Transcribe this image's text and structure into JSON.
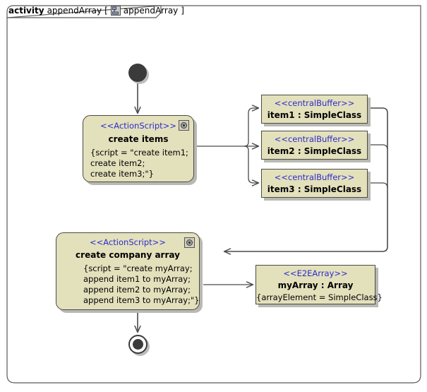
{
  "frame": {
    "keyword": "activity",
    "name": "appendArray",
    "bracket_open": "[",
    "icon": "activity-diagram-icon",
    "inner_name": "appendArray",
    "bracket_close": "]"
  },
  "diagram": {
    "type": "uml-activity-diagram",
    "initial_node": {
      "name": "initial-node"
    },
    "final_node": {
      "name": "activity-final-node"
    },
    "actions": [
      {
        "id": "create-items",
        "stereotype": "<<ActionScript>>",
        "name": "create items",
        "body": "{script = \"create item1;\ncreate item2;\ncreate item3;\"}",
        "icon": "behavior-gear-icon"
      },
      {
        "id": "create-company-array",
        "stereotype": "<<ActionScript>>",
        "name": "create company array",
        "body": "{script = \"create myArray;\nappend item1 to myArray;\nappend item2 to myArray;\nappend item3 to myArray;\"}",
        "icon": "behavior-gear-icon"
      }
    ],
    "buffers": [
      {
        "id": "item1",
        "stereotype": "<<centralBuffer>>",
        "name": "item1 : SimpleClass"
      },
      {
        "id": "item2",
        "stereotype": "<<centralBuffer>>",
        "name": "item2 : SimpleClass"
      },
      {
        "id": "item3",
        "stereotype": "<<centralBuffer>>",
        "name": "item3 : SimpleClass"
      }
    ],
    "array_node": {
      "id": "myArray",
      "stereotype": "<<E2EArray>>",
      "name": "myArray : Array",
      "property": "{arrayElement = SimpleClass}"
    },
    "colors": {
      "node_fill": "#e3e0bc",
      "node_border": "#4a4a42",
      "stereotype_text": "#2c2ccc",
      "name_text": "#000000",
      "edge": "#4a4a4a",
      "shadow": "#b9b9b4",
      "canvas": "#ffffff"
    }
  }
}
